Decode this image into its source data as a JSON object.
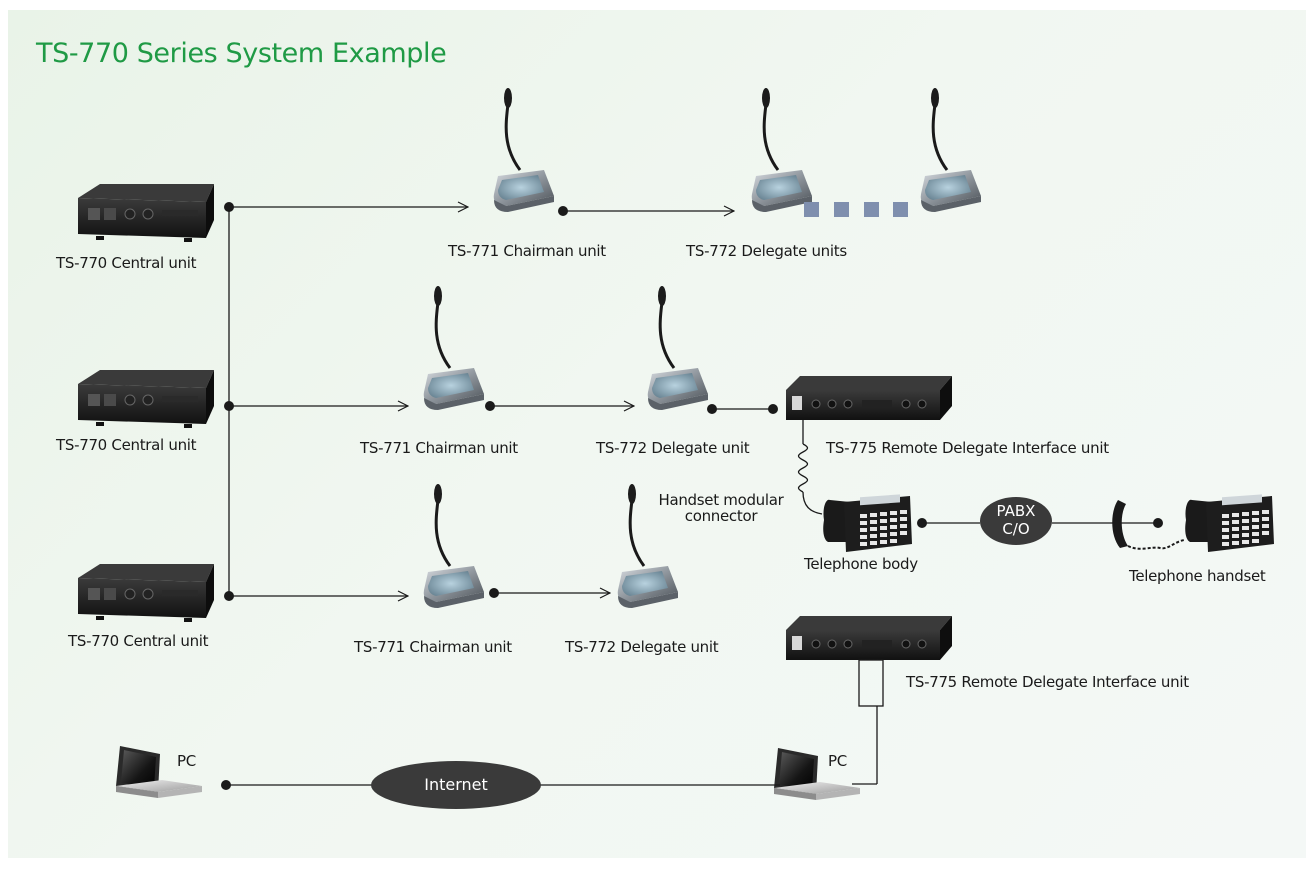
{
  "title": "TS-770 Series System Example",
  "labels": {
    "central_1": "TS-770 Central unit",
    "central_2": "TS-770 Central unit",
    "central_3": "TS-770 Central unit",
    "chairman_1": "TS-771 Chairman unit",
    "delegates_1": "TS-772 Delegate units",
    "chairman_2": "TS-771 Chairman unit",
    "delegate_2": "TS-772 Delegate unit",
    "remote_1": "TS-775 Remote Delegate Interface unit",
    "chairman_3": "TS-771 Chairman unit",
    "delegate_3": "TS-772 Delegate unit",
    "remote_2": "TS-775 Remote Delegate Interface unit",
    "handset_connector_line1": "Handset modular",
    "handset_connector_line2": "connector",
    "telephone_body": "Telephone body",
    "telephone_handset": "Telephone handset",
    "pabx_line1": "PABX",
    "pabx_line2": "C/O",
    "internet": "Internet",
    "pc_1": "PC",
    "pc_2": "PC"
  },
  "colors": {
    "title": "#1f9a45",
    "dashed_chain": "#7f8fae",
    "ellipse": "#3a3a3a"
  }
}
